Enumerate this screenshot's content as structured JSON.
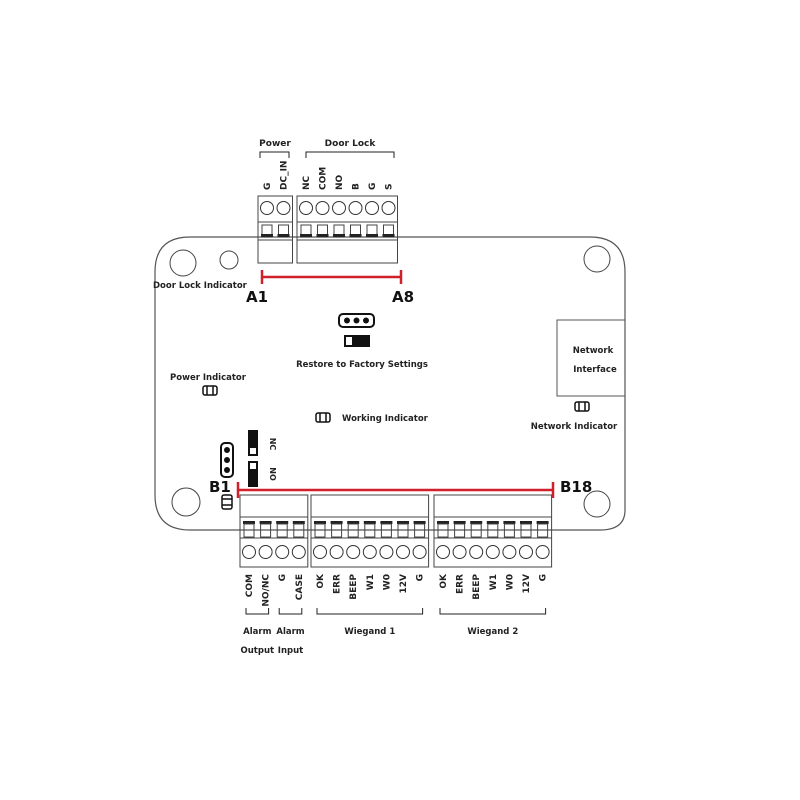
{
  "diagram": {
    "title": "Access Controller Wiring Terminal Diagram",
    "accent_color": "#d0202a",
    "top_groups": [
      {
        "name": "Power",
        "pins": [
          "G",
          "DC_IN"
        ]
      },
      {
        "name": "Door Lock",
        "pins": [
          "NC",
          "COM",
          "NO",
          "B",
          "G",
          "S"
        ]
      }
    ],
    "top_range": {
      "start": "A1",
      "end": "A8"
    },
    "bottom_range": {
      "start": "B1",
      "end": "B18"
    },
    "bottom_groups": [
      {
        "name_line1": "Alarm",
        "name_line2": "Output",
        "pins": [
          "COM",
          "NO/NC"
        ]
      },
      {
        "name_line1": "Alarm",
        "name_line2": "Input",
        "pins": [
          "G",
          "CASE"
        ]
      },
      {
        "name_line1": "Wiegand 1",
        "name_line2": "",
        "pins": [
          "OK",
          "ERR",
          "BEEP",
          "W1",
          "W0",
          "12V",
          "G"
        ]
      },
      {
        "name_line1": "Wiegand 2",
        "name_line2": "",
        "pins": [
          "OK",
          "ERR",
          "BEEP",
          "W1",
          "W0",
          "12V",
          "G"
        ]
      }
    ],
    "indicators": {
      "door_lock": "Door Lock Indicator",
      "power": "Power Indicator",
      "working": "Working Indicator",
      "network": "Network Indicator"
    },
    "restore": "Restore to Factory Settings",
    "network_interface": {
      "line1": "Network",
      "line2": "Interface"
    },
    "switch_labels": {
      "nc": "NC",
      "no": "NO"
    }
  }
}
